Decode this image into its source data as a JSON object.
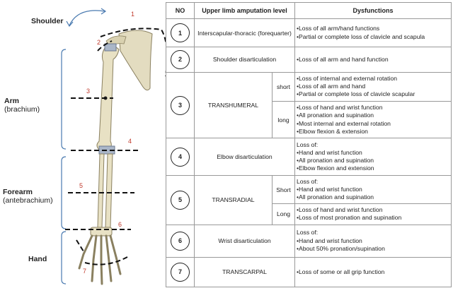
{
  "regions": {
    "shoulder": "Shoulder",
    "arm": "Arm",
    "arm_sub": "(brachium)",
    "forearm": "Forearm",
    "forearm_sub": "(antebrachium)",
    "hand": "Hand"
  },
  "level_markers": [
    "1",
    "2",
    "3",
    "4",
    "5",
    "6",
    "7"
  ],
  "table": {
    "headers": [
      "NO",
      "Upper limb amputation level",
      "Dysfunctions"
    ],
    "rows": [
      {
        "no": "1",
        "level": "Interscapular-thoracic (forequarter)",
        "dys": [
          "•Loss of all arm/hand functions",
          "•Partial or complete loss of clavicle and scapula"
        ]
      },
      {
        "no": "2",
        "level": "Shoulder disarticulation",
        "dys": [
          "•Loss of all arm and hand function"
        ]
      },
      {
        "no": "3",
        "level": "TRANSHUMERAL",
        "short_label": "short",
        "short_dys": [
          "•Loss of internal and external rotation",
          "•Loss of all arm and hand",
          "•Partial or complete loss of clavicle scapular"
        ],
        "long_label": "long",
        "long_dys": [
          "•Loss of hand and wrist function",
          "•All pronation and supination",
          "•Most internal and external rotation",
          "•Elbow flexion & extension"
        ]
      },
      {
        "no": "4",
        "level": "Elbow disarticulation",
        "dys": [
          "Loss of:",
          "•Hand and wrist function",
          "•All pronation and supination",
          "•Elbow flexion and extension"
        ]
      },
      {
        "no": "5",
        "level": "TRANSRADIAL",
        "short_label": "Short",
        "short_dys": [
          "Loss of:",
          "•Hand and wrist function",
          "•All pronation and supination"
        ],
        "long_label": "Long",
        "long_dys": [
          "•Loss of hand and wrist function",
          "•Loss of most pronation and supination"
        ]
      },
      {
        "no": "6",
        "level": "Wrist disarticulation",
        "dys": [
          "Loss of:",
          "•Hand and wrist function",
          "•About 50% pronation/supination"
        ]
      },
      {
        "no": "7",
        "level": "TRANSCARPAL",
        "dys": [
          "•Loss of some or all grip function"
        ]
      }
    ]
  }
}
